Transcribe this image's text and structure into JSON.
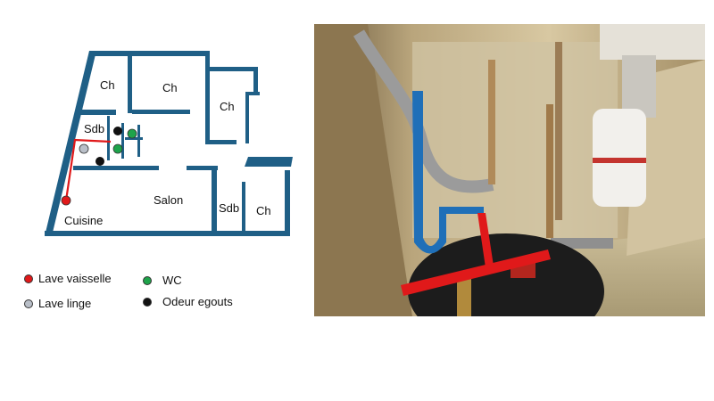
{
  "plan": {
    "rooms": {
      "ch1": "Ch",
      "ch2": "Ch",
      "ch3": "Ch",
      "sdb1": "Sdb",
      "salon": "Salon",
      "sdb2": "Sdb",
      "ch4": "Ch",
      "cuisine": "Cuisine"
    },
    "wall_color": "#1f5f86",
    "pipe_color": "#e0191a"
  },
  "legend": {
    "lave_vaisselle": {
      "label": "Lave vaisselle",
      "color": "#e0191a"
    },
    "wc": {
      "label": "WC",
      "color": "#1ea34a"
    },
    "lave_linge": {
      "label": "Lave linge",
      "color": "#b9bfc8"
    },
    "odeur_egouts": {
      "label": "Odeur egouts",
      "color": "#111111"
    }
  },
  "photo": {
    "overlay_blue": "#1f6fb8",
    "overlay_red": "#e0191a"
  }
}
